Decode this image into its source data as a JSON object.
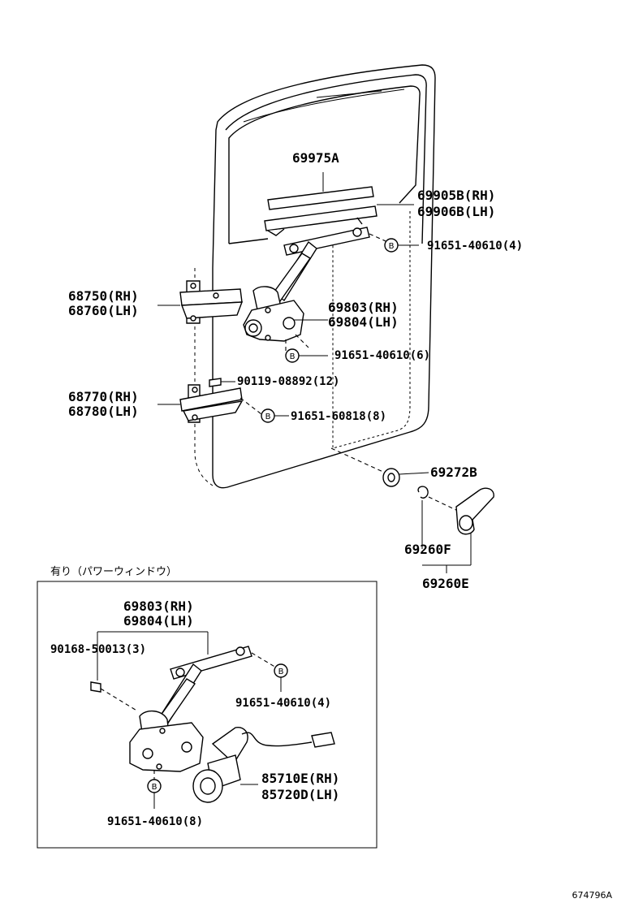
{
  "labels": {
    "glass_run": "69975A",
    "channel_rh": "69905B(RH)",
    "channel_lh": "69906B(LH)",
    "bolt_top": "91651-40610(4)",
    "hinge_upper_rh": "68750(RH)",
    "hinge_upper_lh": "68760(LH)",
    "regulator_rh": "69803(RH)",
    "regulator_lh": "69804(LH)",
    "bolt_mid": "91651-40610(6)",
    "screw": "90119-08892(12)",
    "hinge_lower_rh": "68770(RH)",
    "hinge_lower_lh": "68780(LH)",
    "bolt_hinge": "91651-60818(8)",
    "seat": "69272B",
    "clip": "69260F",
    "handle": "69260E"
  },
  "inset": {
    "caption": "有り（パワーウィンドウ）",
    "regulator_rh": "69803(RH)",
    "regulator_lh": "69804(LH)",
    "screw": "90168-50013(3)",
    "bolt_top": "91651-40610(4)",
    "motor_rh": "85710E(RH)",
    "motor_lh": "85720D(LH)",
    "bolt_bottom": "91651-40610(8)"
  },
  "bolt_mark": "B",
  "drawing_code": "674796A"
}
